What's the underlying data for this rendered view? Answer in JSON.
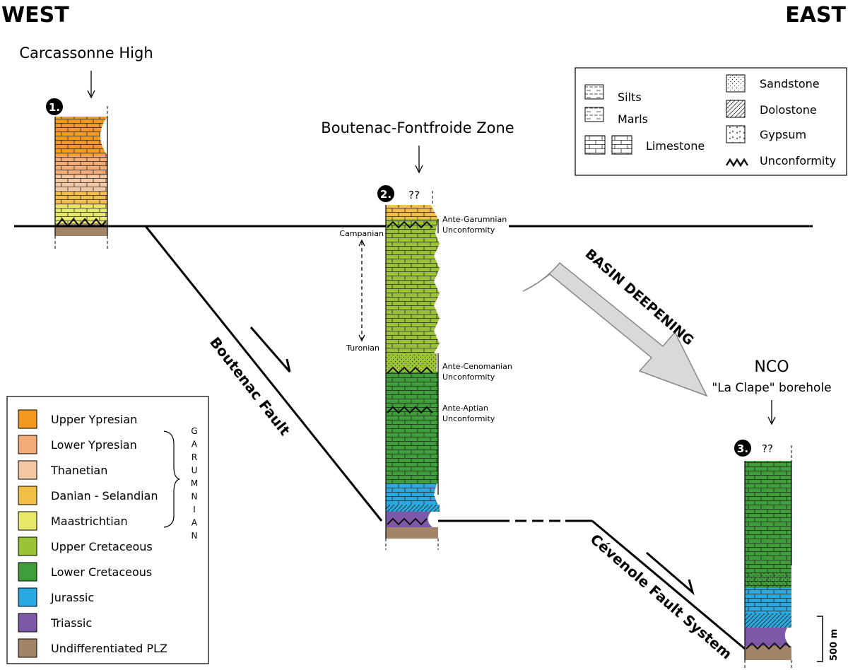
{
  "header": {
    "west": "WEST",
    "east": "EAST"
  },
  "sites": {
    "s1": {
      "number": "1.",
      "title": "Carcassonne High"
    },
    "s2": {
      "number": "2.",
      "title": "Boutenac-Fontfroide Zone",
      "unknown": "??"
    },
    "s3": {
      "number": "3.",
      "title": "NCO",
      "subtitle": "\"La Clape\" borehole",
      "unknown": "??"
    }
  },
  "annotations": {
    "ante_garumnian": [
      "Ante-Garumnian",
      "Unconformity"
    ],
    "ante_cenomanian": [
      "Ante-Cenomanian",
      "Unconformity"
    ],
    "ante_aptian": [
      "Ante-Aptian",
      "Unconformity"
    ],
    "campanian": "Campanian",
    "turonian": "Turonian",
    "basin_deepening": "BASIN DEEPENING",
    "boutenac_fault": "Boutenac Fault",
    "cevenole_fault": "Cévenole Fault System",
    "scale_bar": "500 m"
  },
  "lithology_legend": {
    "items": [
      {
        "id": "silts",
        "label": "Silts"
      },
      {
        "id": "marls",
        "label": "Marls"
      },
      {
        "id": "limestone",
        "label": "Limestone"
      },
      {
        "id": "sandstone",
        "label": "Sandstone"
      },
      {
        "id": "dolostone",
        "label": "Dolostone"
      },
      {
        "id": "gypsum",
        "label": "Gypsum"
      },
      {
        "id": "unconformity",
        "label": "Unconformity"
      }
    ]
  },
  "strat_legend": {
    "garumnian_letters": "GARUMNIAN",
    "items": [
      {
        "label": "Upper Ypresian",
        "color": "#F39A1E"
      },
      {
        "label": "Lower Ypresian",
        "color": "#F2AB77"
      },
      {
        "label": "Thanetian",
        "color": "#F4C8A3"
      },
      {
        "label": "Danian - Selandian",
        "color": "#F1BE47"
      },
      {
        "label": "Maastrichtian",
        "color": "#E7E96B"
      },
      {
        "label": "Upper Cretaceous",
        "color": "#9AC436"
      },
      {
        "label": "Lower Cretaceous",
        "color": "#3F9E3A"
      },
      {
        "label": "Jurassic",
        "color": "#2AA8E0"
      },
      {
        "label": "Triassic",
        "color": "#7E58A8"
      },
      {
        "label": "Undifferentiated PLZ",
        "color": "#A28466"
      }
    ]
  }
}
